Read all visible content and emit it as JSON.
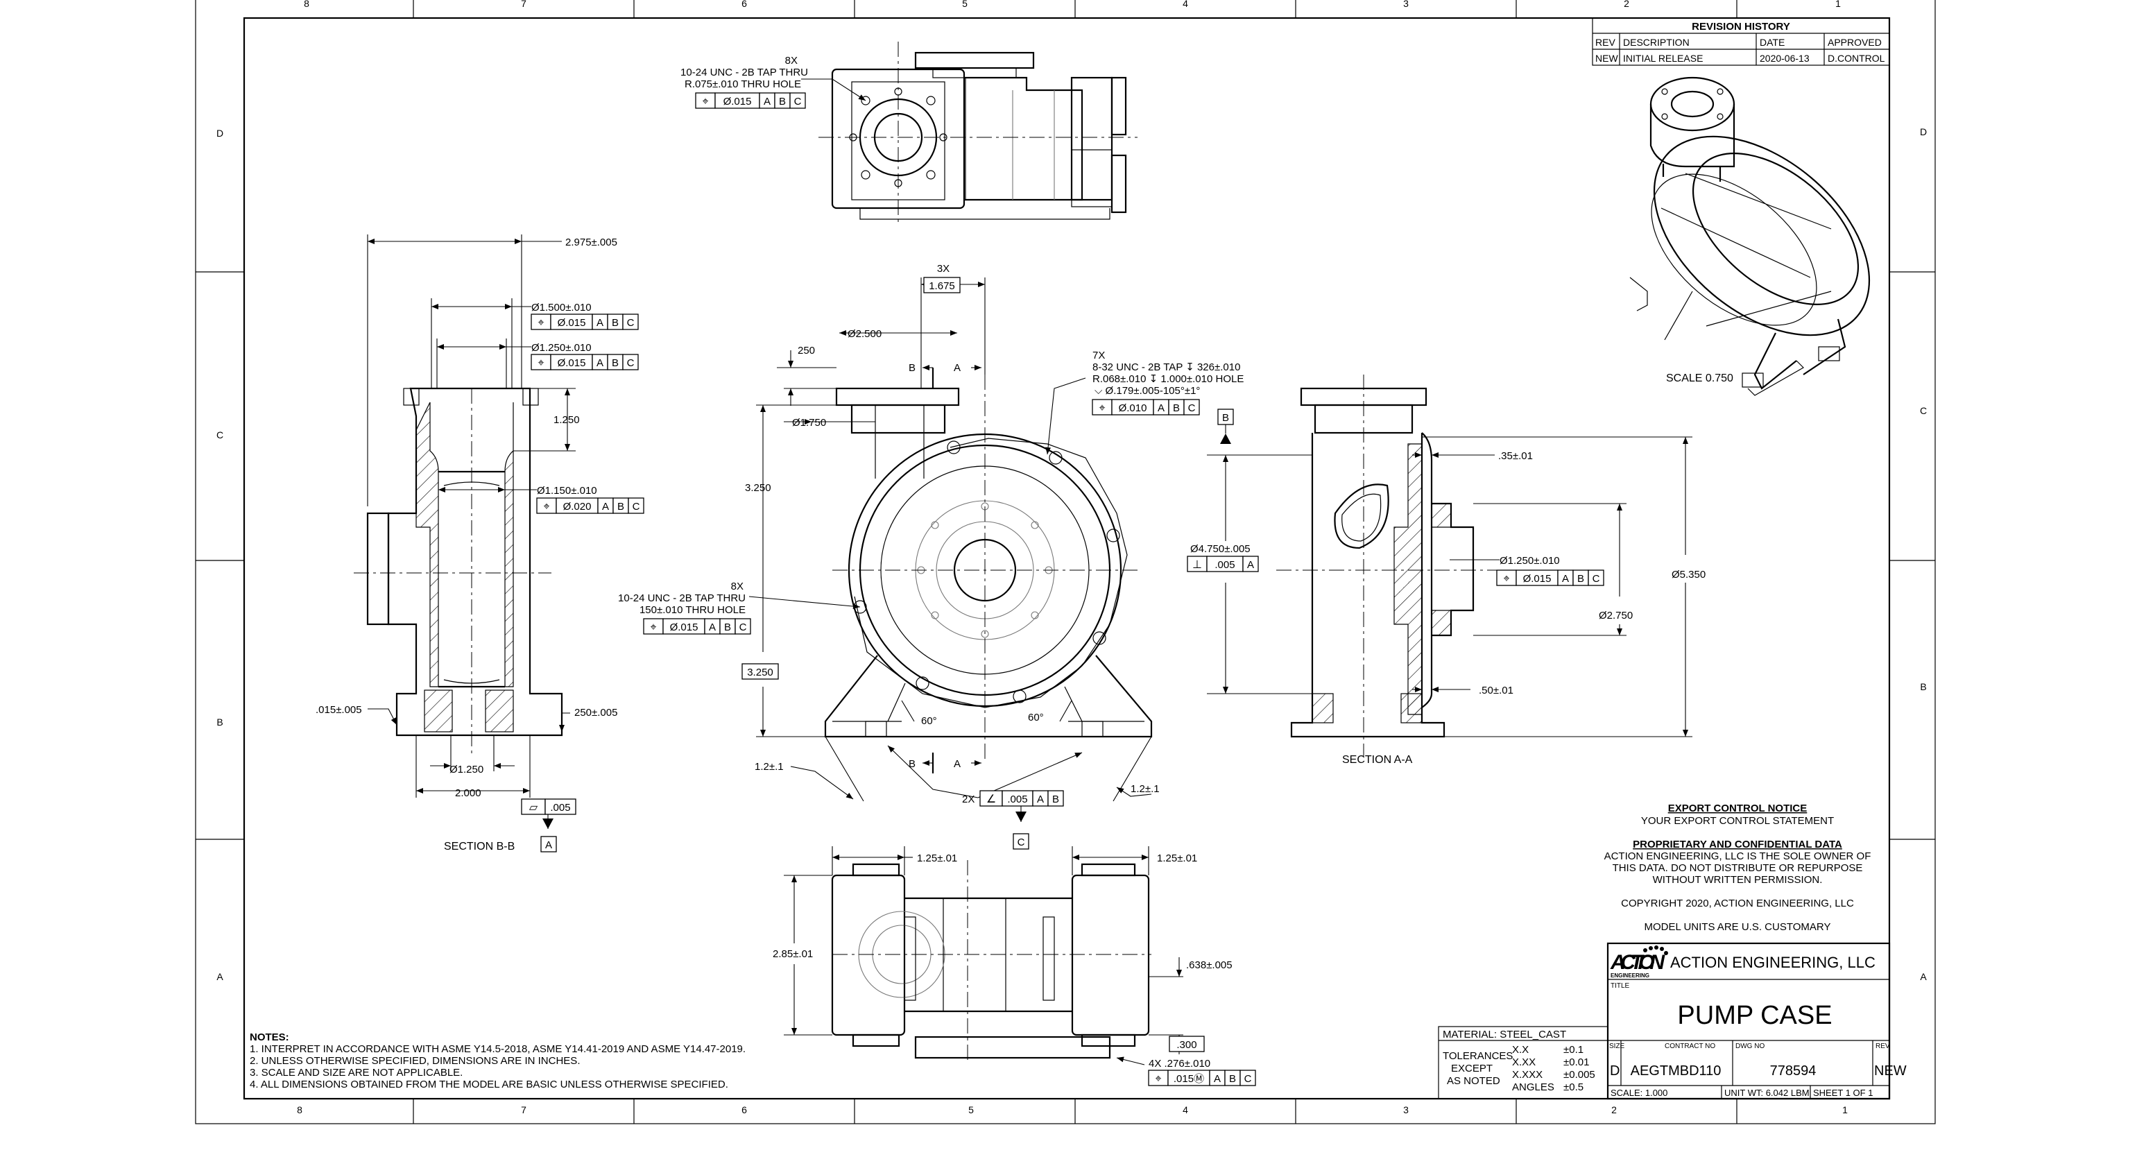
{
  "zones": {
    "top": [
      "8",
      "7",
      "6",
      "5",
      "4",
      "3",
      "2",
      "1"
    ],
    "bottom": [
      "8",
      "7",
      "6",
      "5",
      "4",
      "3",
      "2",
      "1"
    ],
    "left": [
      "D",
      "C",
      "B",
      "A"
    ],
    "right": [
      "D",
      "C",
      "B",
      "A"
    ]
  },
  "revision": {
    "title": "REVISION HISTORY",
    "headers": [
      "REV",
      "DESCRIPTION",
      "DATE",
      "APPROVED"
    ],
    "row": [
      "NEW",
      "INITIAL RELEASE",
      "2020-06-13",
      "D.CONTROL"
    ]
  },
  "views": {
    "iso_scale": "SCALE 0.750",
    "section_bb": "SECTION B-B",
    "section_aa": "SECTION A-A"
  },
  "callouts": {
    "top_8x": "8X",
    "top_tap": "10-24 UNC - 2B TAP THRU",
    "top_hole": "R.075±.010 THRU HOLE",
    "mid_8x": "8X",
    "mid_tap": "10-24 UNC - 2B TAP THRU",
    "mid_hole": "150±.010 THRU HOLE",
    "r7x": "7X",
    "r7_tap": "8-32 UNC - 2B TAP ↧ 326±.010",
    "r7_hole": "R.068±.010 ↧ 1.000±.010 HOLE",
    "r7_csk": "⌵ Ø.179±.005-105°±1°",
    "r7_fcf_tol": "Ø.010"
  },
  "dims": {
    "d2975": "2.975±.005",
    "d1500": "Ø1.500±.010",
    "d1250a": "Ø1.250±.010",
    "d1250v": "1.250",
    "d1150": "Ø1.150±.010",
    "d015": ".015±.005",
    "d250b": "250±.005",
    "d1250b": "Ø1.250",
    "d2000": "2.000",
    "flat": ".005",
    "x3": "3X",
    "d1675": "1.675",
    "d2500": "Ø2.500",
    "d250": "250",
    "d1750": "Ø1.750",
    "d3250v": "3.250",
    "d3250b": "3.250",
    "d12l": "1.2±.1",
    "d12r": "1.2±.1",
    "a60l": "60°",
    "a60r": "60°",
    "x2fcf": "2X",
    "d4750": "Ø4.750±.005",
    "perp": ".005",
    "d35": ".35±.01",
    "d1250c": "Ø1.250±.010",
    "d2750": "Ø2.750",
    "d5350": "Ø5.350",
    "d50": ".50±.01",
    "d125l": "1.25±.01",
    "d125r": "1.25±.01",
    "d285": "2.85±.01",
    "d638": ".638±.005",
    "d300": ".300",
    "d276": "4X .276±.010"
  },
  "tol": {
    "t015": "Ø.015",
    "t020": "Ø.020",
    "t005": ".005",
    "t015m": ".015Ⓜ"
  },
  "datums": {
    "a": "A",
    "b": "B",
    "c": "C"
  },
  "cut": {
    "b": "B",
    "a": "A"
  },
  "notes": {
    "title": "NOTES:",
    "lines": [
      "1. INTERPRET IN ACCORDANCE WITH ASME Y14.5-2018, ASME Y14.41-2019 AND ASME Y14.47-2019.",
      "2. UNLESS OTHERWISE SPECIFIED, DIMENSIONS ARE IN INCHES.",
      "3. SCALE AND SIZE ARE NOT APPLICABLE.",
      "4. ALL DIMENSIONS OBTAINED FROM THE MODEL ARE BASIC UNLESS OTHERWISE SPECIFIED."
    ]
  },
  "export": {
    "title": "EXPORT CONTROL NOTICE",
    "text": "YOUR EXPORT CONTROL STATEMENT",
    "prop_title": "PROPRIETARY AND CONFIDENTIAL DATA",
    "prop1": "ACTION ENGINEERING, LLC IS THE SOLE OWNER OF",
    "prop2": "THIS DATA. DO NOT DISTRIBUTE OR REPURPOSE",
    "prop3": "WITHOUT WRITTEN PERMISSION.",
    "copyright": "COPYRIGHT 2020, ACTION ENGINEERING, LLC",
    "units": "MODEL UNITS ARE U.S. CUSTOMARY"
  },
  "titleblock": {
    "logo": "ACTION",
    "logo_sub": "ENGINEERING",
    "company": "ACTION ENGINEERING, LLC",
    "title_lbl": "TITLE",
    "title": "PUMP CASE",
    "size_lbl": "SIZE",
    "size": "D",
    "contract_lbl": "CONTRACT NO",
    "contract": "AEGTMBD110",
    "dwg_lbl": "DWG NO",
    "dwg": "778594",
    "rev_lbl": "REV",
    "rev": "NEW",
    "scale": "SCALE: 1.000",
    "weight": "UNIT WT: 6.042 LBM",
    "sheet": "SHEET 1 OF 1",
    "material": "MATERIAL:  STEEL_CAST",
    "tol_lbl1": "TOLERANCES",
    "tol_lbl2": "EXCEPT",
    "tol_lbl3": "AS NOTED",
    "tol_rows": [
      [
        "X.X",
        "±0.1"
      ],
      [
        "X.XX",
        "±0.01"
      ],
      [
        "X.XXX",
        "±0.005"
      ],
      [
        "ANGLES",
        "±0.5"
      ]
    ]
  }
}
